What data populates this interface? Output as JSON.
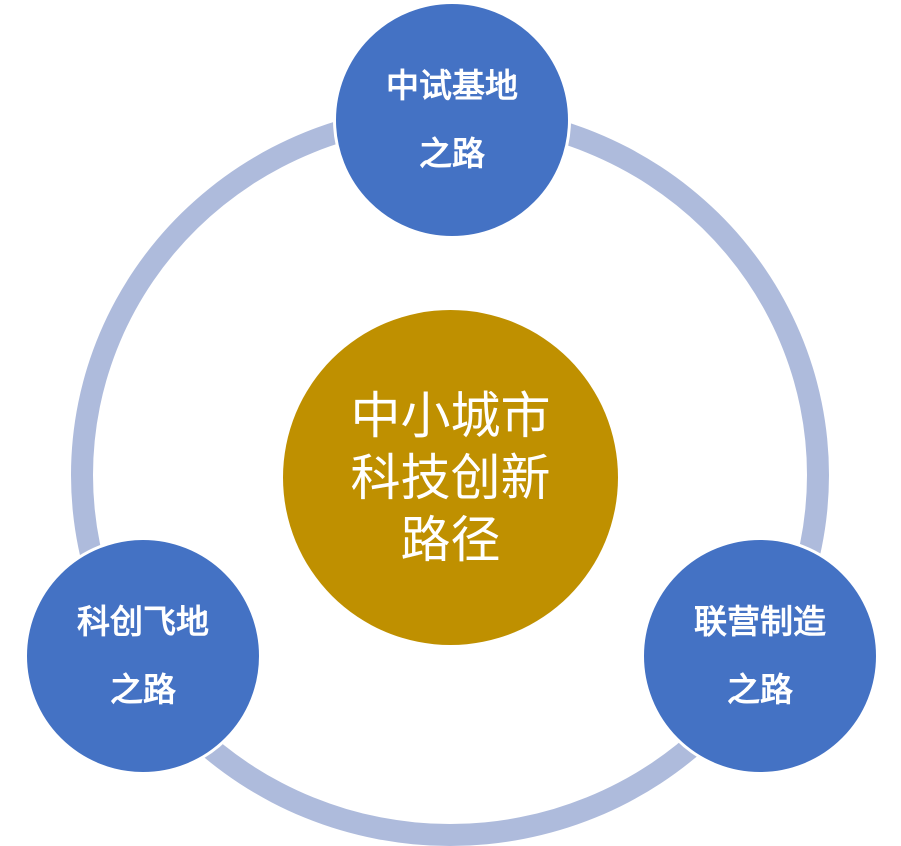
{
  "diagram": {
    "colors": {
      "ring": "#aebbdc",
      "outer_node": "#4472c4",
      "center_node": "#bf9000",
      "text": "#ffffff"
    },
    "center": {
      "lines": [
        "中小城市",
        "科技创新",
        "路径"
      ]
    },
    "nodes": {
      "top": {
        "lines": [
          "中试基地",
          "之路"
        ]
      },
      "left": {
        "lines": [
          "科创飞地",
          "之路"
        ]
      },
      "right": {
        "lines": [
          "联营制造",
          "之路"
        ]
      }
    }
  }
}
